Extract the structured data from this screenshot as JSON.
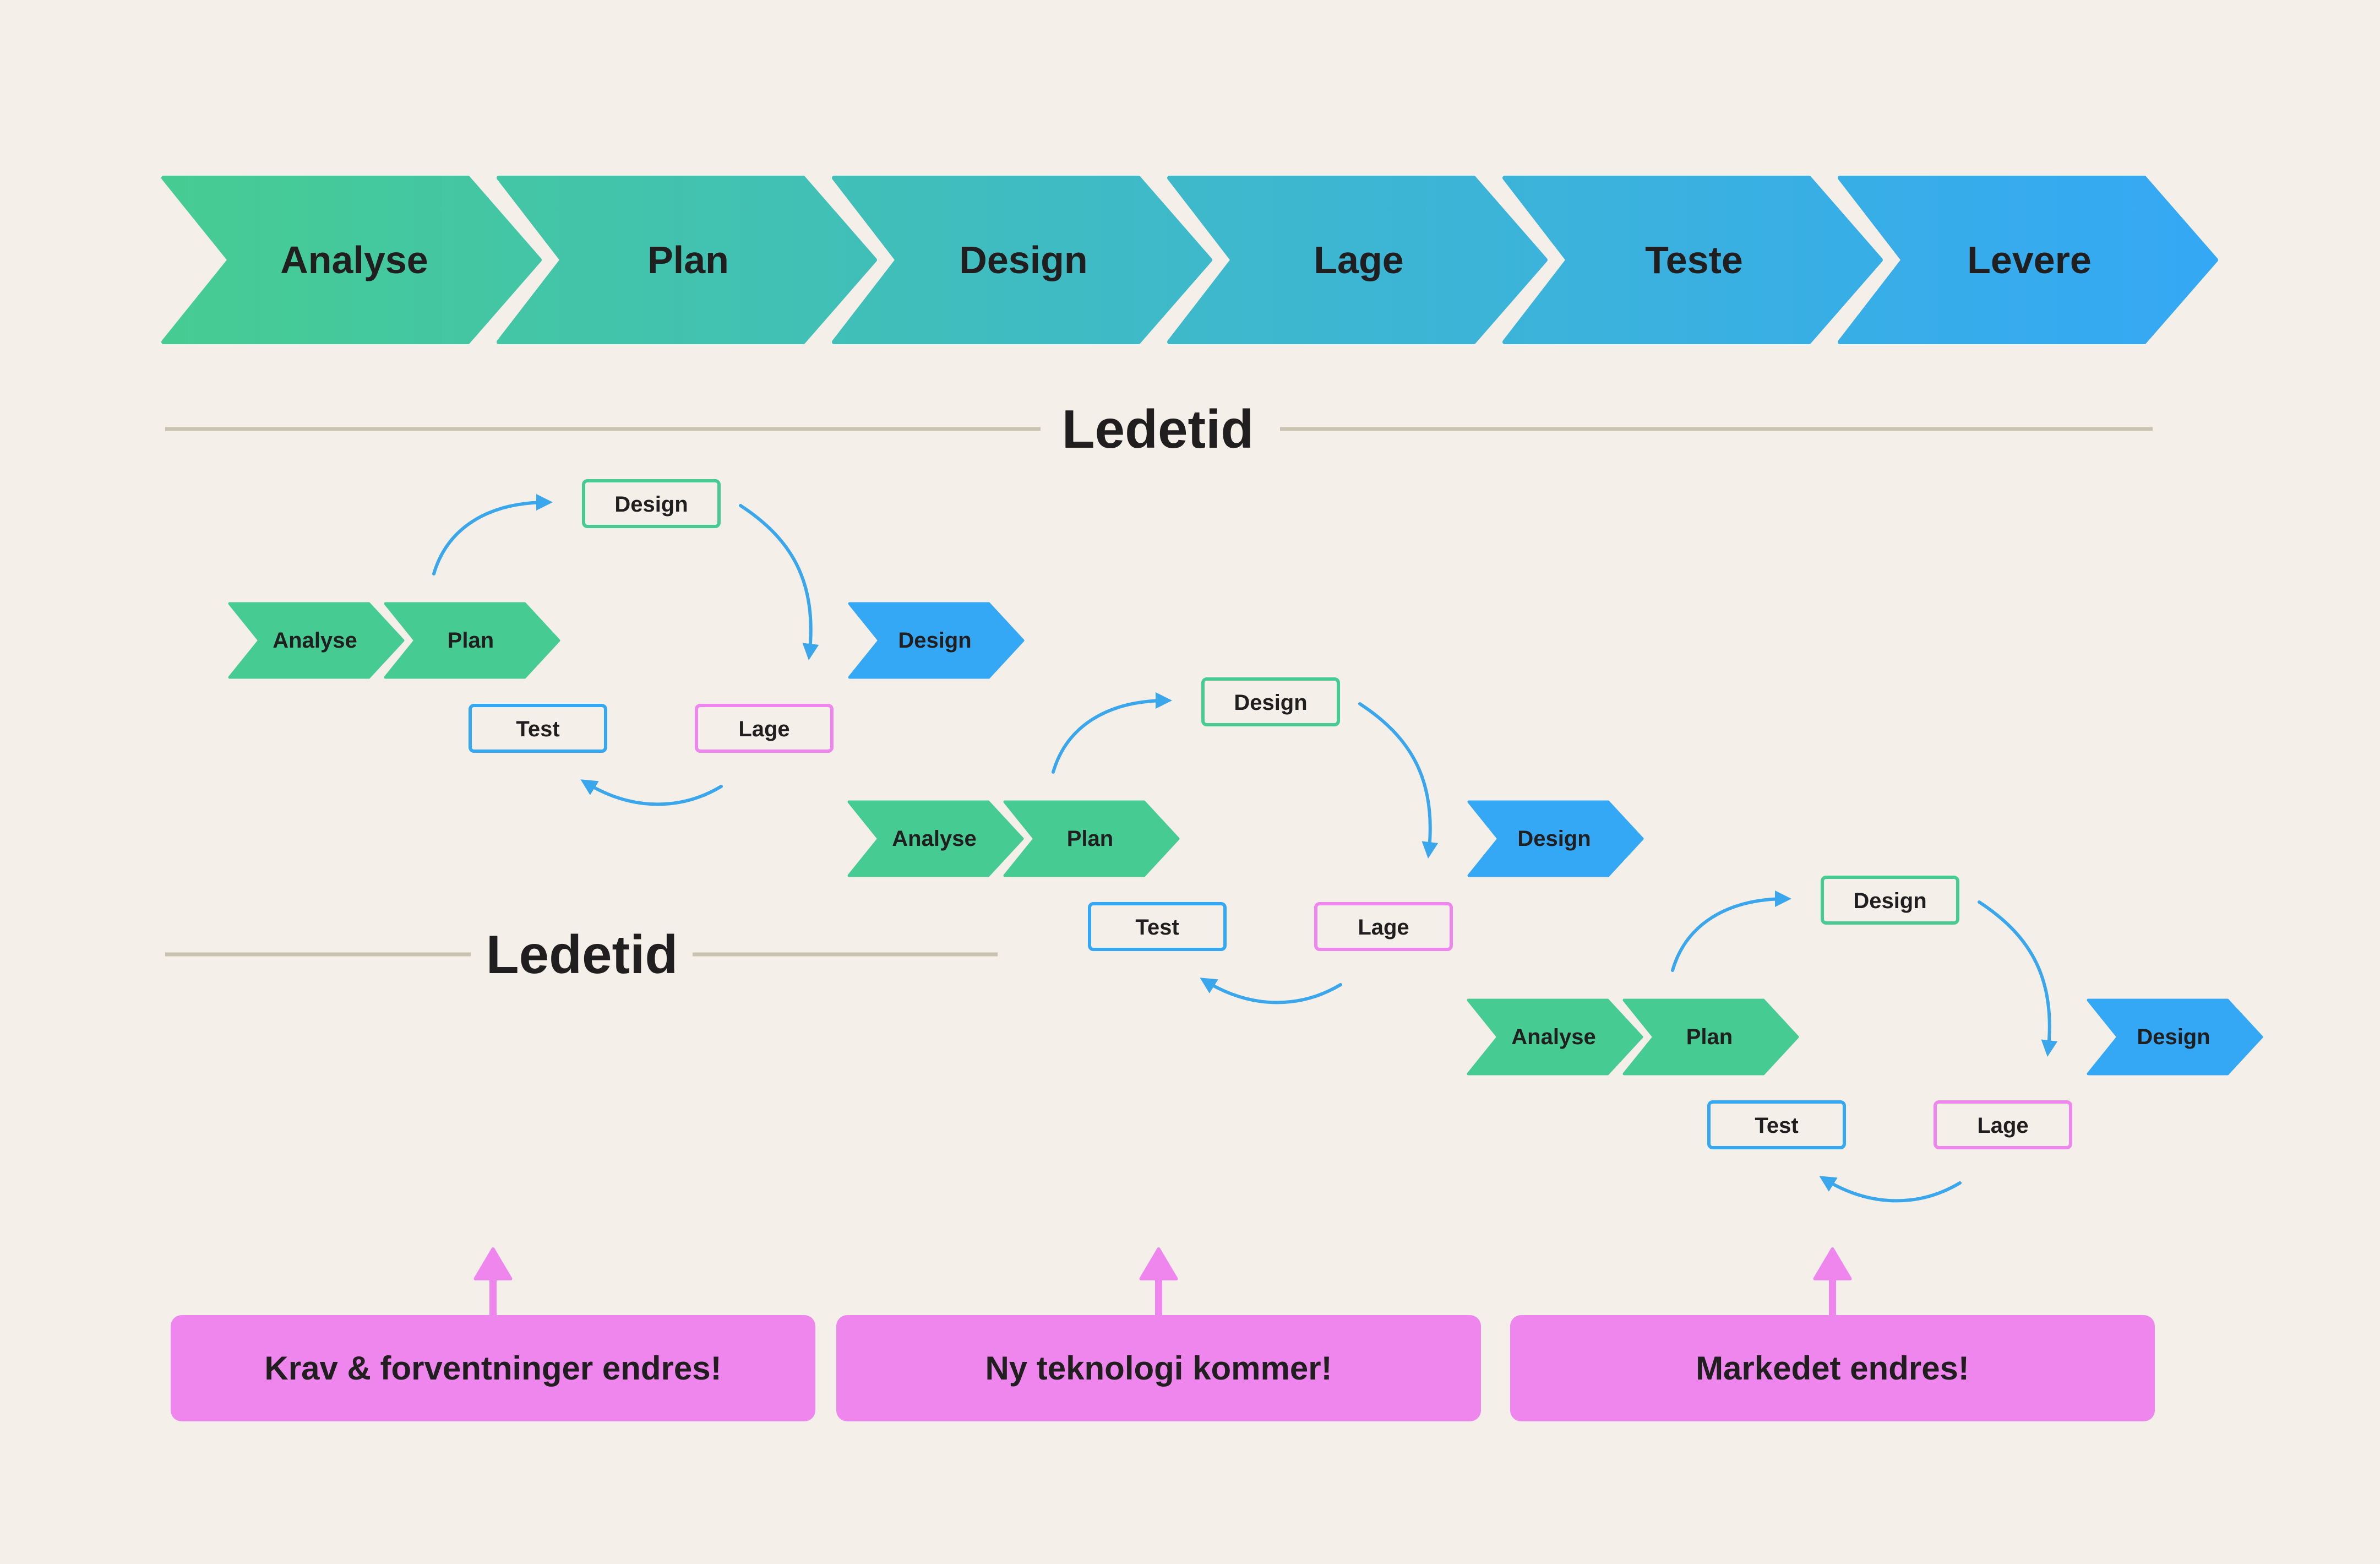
{
  "colors": {
    "background": "#f4f0e9",
    "green": "#46cc92",
    "blue": "#35a8f5",
    "teal_mid": "#3db8cf",
    "pink": "#ee86ee",
    "rule": "#c8c2b0",
    "text": "#201e1e",
    "arrow": "#3aa6ec"
  },
  "waterfall": {
    "stages": [
      "Analyse",
      "Plan",
      "Design",
      "Lage",
      "Teste",
      "Levere"
    ]
  },
  "leadtime_top": {
    "label": "Ledetid"
  },
  "leadtime_bottom": {
    "label": "Ledetid"
  },
  "iterations": [
    {
      "chevrons": [
        "Analyse",
        "Plan"
      ],
      "next": "Design",
      "boxes": {
        "top": "Design",
        "left": "Test",
        "right": "Lage"
      }
    },
    {
      "chevrons": [
        "Analyse",
        "Plan"
      ],
      "next": "Design",
      "boxes": {
        "top": "Design",
        "left": "Test",
        "right": "Lage"
      }
    },
    {
      "chevrons": [
        "Analyse",
        "Plan"
      ],
      "next": "Design",
      "boxes": {
        "top": "Design",
        "left": "Test",
        "right": "Lage"
      }
    }
  ],
  "events": [
    {
      "label": "Krav & forventninger endres!"
    },
    {
      "label": "Ny teknologi kommer!"
    },
    {
      "label": "Markedet endres!"
    }
  ]
}
